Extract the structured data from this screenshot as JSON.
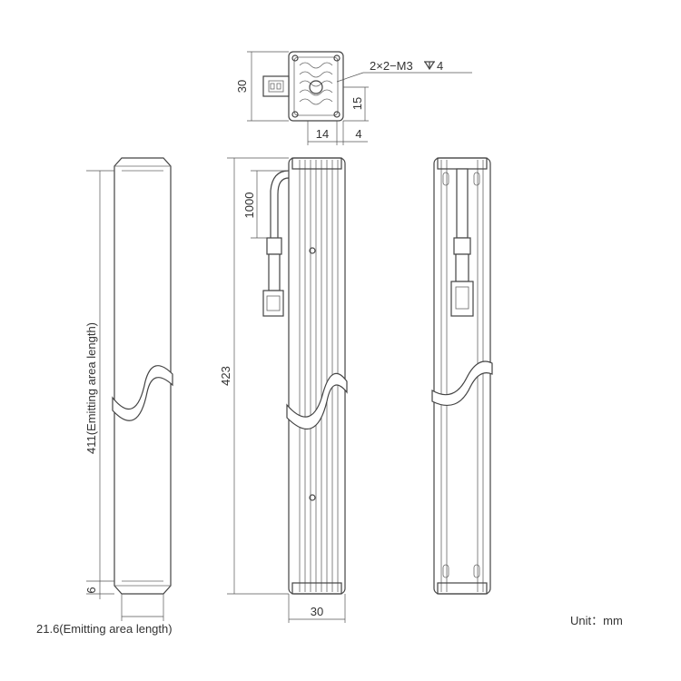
{
  "dimensions": {
    "top_height": "30",
    "thread_callout": "2×2−M3",
    "thread_depth": "4",
    "hole_offset": "15",
    "hole_x": "14",
    "hole_edge": "4",
    "cable_length": "1000",
    "total_length": "423",
    "emitting_length": "411(Emitting area length)",
    "end_margin": "6",
    "emitting_width": "21.6(Emitting area length)",
    "body_width": "30"
  },
  "unit_label": "Unit：mm",
  "colors": {
    "line": "#444444",
    "text": "#333333"
  }
}
